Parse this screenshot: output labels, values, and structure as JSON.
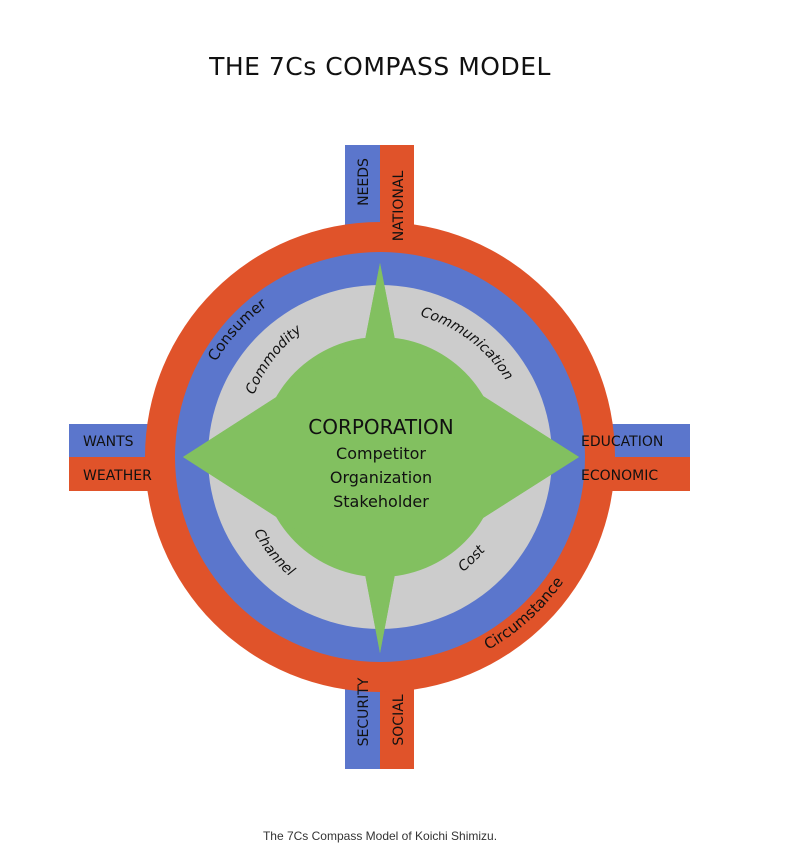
{
  "title": "THE 7Cs COMPASS MODEL",
  "caption": "The 7Cs Compass Model of Koichi Shimizu.",
  "colors": {
    "outer_ring": "#e0532a",
    "blue_ring": "#5b76cc",
    "grey_ring": "#cccccc",
    "core": "#82c060",
    "star": "#82c060"
  },
  "center": {
    "main": "CORPORATION",
    "lines": [
      "Competitor",
      "Organization",
      "Stakeholder"
    ]
  },
  "rings": {
    "blue": "Consumer",
    "red": "Circumstance",
    "grey": [
      "Commodity",
      "Communication",
      "Channel",
      "Cost"
    ]
  },
  "arms": {
    "north": [
      "NEEDS",
      "NATIONAL"
    ],
    "south": [
      "SECURITY",
      "SOCIAL"
    ],
    "west": [
      "WANTS",
      "WEATHER"
    ],
    "east": [
      "EDUCATION",
      "ECONOMIC"
    ]
  }
}
